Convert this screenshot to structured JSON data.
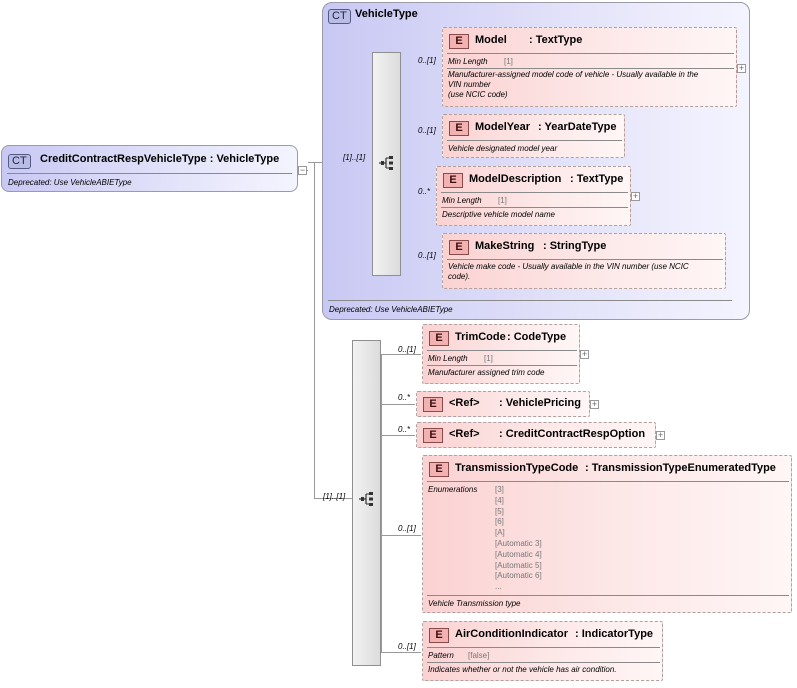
{
  "root": {
    "badge": "CT",
    "title": "CreditContractRespVehicleType : VehicleType",
    "note": "Deprecated: Use VehicleABIEType"
  },
  "complex_type": {
    "badge": "CT",
    "title": "VehicleType",
    "footer": "Deprecated: Use VehicleABIEType",
    "seq_cardinality": "[1]..[1]"
  },
  "base_elements": [
    {
      "badge": "E",
      "name": "Model",
      "type": ": TextType",
      "cardinality": "0..[1]",
      "facet_name": "Min Length",
      "facet_value": "[1]",
      "doc": [
        "Manufacturer-assigned model code of vehicle - Usually available in the",
        "VIN number",
        "(use NCIC code)"
      ]
    },
    {
      "badge": "E",
      "name": "ModelYear",
      "type": ": YearDateType",
      "cardinality": "0..[1]",
      "doc": [
        "Vehicle designated model year"
      ]
    },
    {
      "badge": "E",
      "name": "ModelDescription",
      "type": ": TextType",
      "cardinality": "0..*",
      "facet_name": "Min Length",
      "facet_value": "[1]",
      "doc": [
        "Descriptive vehicle model name"
      ]
    },
    {
      "badge": "E",
      "name": "MakeString",
      "type": ": StringType",
      "cardinality": "0..[1]",
      "doc": [
        "Vehicle make code - Usually available in the VIN number (use NCIC",
        "code)."
      ]
    }
  ],
  "ext_seq_cardinality": "[1]..[1]",
  "ext_elements": [
    {
      "badge": "E",
      "name": "TrimCode",
      "type": ": CodeType",
      "cardinality": "0..[1]",
      "facet_name": "Min Length",
      "facet_value": "[1]",
      "doc": [
        "Manufacturer assigned trim code"
      ]
    },
    {
      "badge": "E",
      "name": "<Ref>",
      "type": ": VehiclePricing",
      "cardinality": "0..*"
    },
    {
      "badge": "E",
      "name": "<Ref>",
      "type": ": CreditContractRespOption",
      "cardinality": "0..*"
    },
    {
      "badge": "E",
      "name": "TransmissionTypeCode",
      "type": ": TransmissionTypeEnumeratedType",
      "cardinality": "0..[1]",
      "facet_name": "Enumerations",
      "enumerations": [
        "[3]",
        "[4]",
        "[5]",
        "[6]",
        "[A]",
        "[Automatic 3]",
        "[Automatic 4]",
        "[Automatic 5]",
        "[Automatic 6]",
        "..."
      ],
      "doc": [
        "Vehicle Transmission type"
      ]
    },
    {
      "badge": "E",
      "name": "AirConditionIndicator",
      "type": ": IndicatorType",
      "cardinality": "0..[1]",
      "facet_name": "Pattern",
      "facet_value": "[false]",
      "doc": [
        "Indicates whether or not the vehicle has air condition."
      ]
    }
  ],
  "expand_symbol": "+",
  "collapse_symbol": "−"
}
